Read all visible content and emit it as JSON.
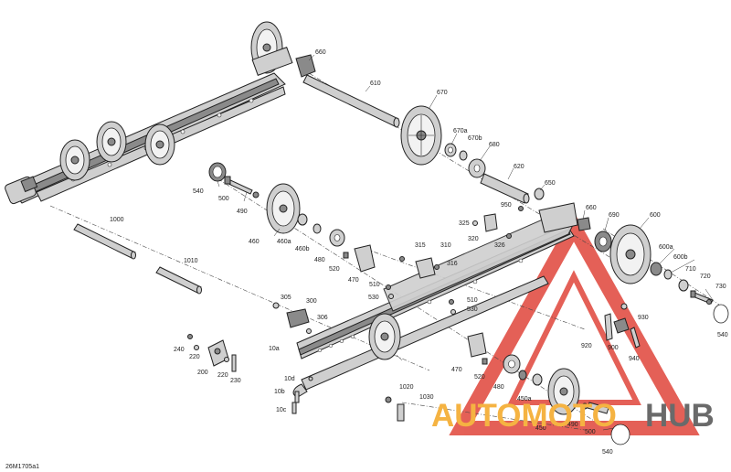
{
  "diagram": {
    "reference": "26M1705a1",
    "labels": [
      {
        "id": "660-top",
        "text": "660"
      },
      {
        "id": "610",
        "text": "610"
      },
      {
        "id": "670",
        "text": "670"
      },
      {
        "id": "670a",
        "text": "670a"
      },
      {
        "id": "670b",
        "text": "670b"
      },
      {
        "id": "680",
        "text": "680"
      },
      {
        "id": "620",
        "text": "620"
      },
      {
        "id": "650",
        "text": "650"
      },
      {
        "id": "950",
        "text": "950"
      },
      {
        "id": "660-right",
        "text": "660"
      },
      {
        "id": "690",
        "text": "690"
      },
      {
        "id": "600",
        "text": "600"
      },
      {
        "id": "325",
        "text": "325"
      },
      {
        "id": "320",
        "text": "320"
      },
      {
        "id": "326",
        "text": "326"
      },
      {
        "id": "540-left",
        "text": "540"
      },
      {
        "id": "500-left",
        "text": "500"
      },
      {
        "id": "490-left",
        "text": "490"
      },
      {
        "id": "460",
        "text": "460"
      },
      {
        "id": "460a",
        "text": "460a"
      },
      {
        "id": "460b",
        "text": "460b"
      },
      {
        "id": "480-mid",
        "text": "480"
      },
      {
        "id": "520-mid",
        "text": "520"
      },
      {
        "id": "470-mid",
        "text": "470"
      },
      {
        "id": "315",
        "text": "315"
      },
      {
        "id": "310",
        "text": "310"
      },
      {
        "id": "316",
        "text": "316"
      },
      {
        "id": "1000",
        "text": "1000"
      },
      {
        "id": "1010",
        "text": "1010"
      },
      {
        "id": "510-a",
        "text": "510"
      },
      {
        "id": "530-a",
        "text": "530"
      },
      {
        "id": "510-b",
        "text": "510"
      },
      {
        "id": "530-b",
        "text": "530"
      },
      {
        "id": "600a",
        "text": "600a"
      },
      {
        "id": "600b",
        "text": "600b"
      },
      {
        "id": "710",
        "text": "710"
      },
      {
        "id": "720",
        "text": "720"
      },
      {
        "id": "730",
        "text": "730"
      },
      {
        "id": "540-right",
        "text": "540"
      },
      {
        "id": "930",
        "text": "930"
      },
      {
        "id": "920",
        "text": "920"
      },
      {
        "id": "900",
        "text": "900"
      },
      {
        "id": "940",
        "text": "940"
      },
      {
        "id": "305",
        "text": "305"
      },
      {
        "id": "300",
        "text": "300"
      },
      {
        "id": "306",
        "text": "306"
      },
      {
        "id": "240",
        "text": "240"
      },
      {
        "id": "220-a",
        "text": "220"
      },
      {
        "id": "200",
        "text": "200"
      },
      {
        "id": "220-b",
        "text": "220"
      },
      {
        "id": "230",
        "text": "230"
      },
      {
        "id": "10a",
        "text": "10a"
      },
      {
        "id": "10d",
        "text": "10d"
      },
      {
        "id": "10b",
        "text": "10b"
      },
      {
        "id": "10c",
        "text": "10c"
      },
      {
        "id": "1020",
        "text": "1020"
      },
      {
        "id": "1030",
        "text": "1030"
      },
      {
        "id": "470-low",
        "text": "470"
      },
      {
        "id": "520-low",
        "text": "520"
      },
      {
        "id": "480-low",
        "text": "480"
      },
      {
        "id": "450a",
        "text": "450a"
      },
      {
        "id": "450",
        "text": "450"
      },
      {
        "id": "490-low",
        "text": "490"
      },
      {
        "id": "500-low",
        "text": "500"
      },
      {
        "id": "540-low",
        "text": "540"
      }
    ]
  },
  "watermark": {
    "part1": "AUTOMOTO",
    "part2": "HUB",
    "color_auto": "#f5b342",
    "color_hub": "#6a6a6a",
    "color_triangle": "#e0453a"
  }
}
